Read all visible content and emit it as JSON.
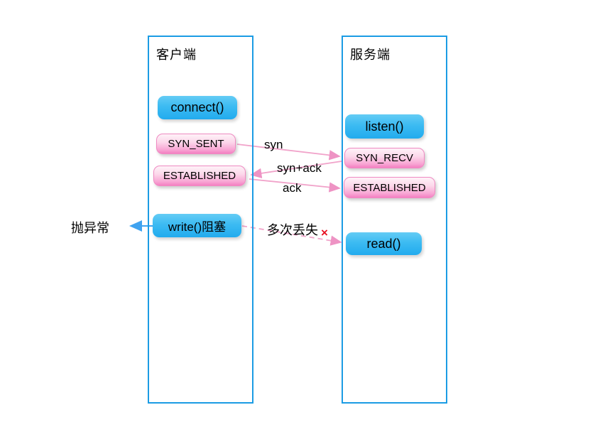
{
  "client": {
    "title": "客户端",
    "nodes": {
      "connect": "connect()",
      "syn_sent": "SYN_SENT",
      "established": "ESTABLISHED",
      "write_block": "write()阻塞"
    }
  },
  "server": {
    "title": "服务端",
    "nodes": {
      "listen": "listen()",
      "syn_recv": "SYN_RECV",
      "established": "ESTABLISHED",
      "read": "read()"
    }
  },
  "messages": {
    "syn": "syn",
    "syn_ack": "syn+ack",
    "ack": "ack",
    "lost": "多次丢失",
    "lost_mark": "×",
    "exception": "抛异常"
  },
  "colors": {
    "frame_border": "#1b9ce4",
    "blue_node_top": "#64ccf5",
    "blue_node_bottom": "#22abee",
    "pink_node_top": "#fef2f8",
    "pink_node_bottom": "#f47fc2",
    "pink_arrow": "#f1a3ca",
    "blue_arrow": "#3fa3f0",
    "cross_red": "#e81123"
  }
}
